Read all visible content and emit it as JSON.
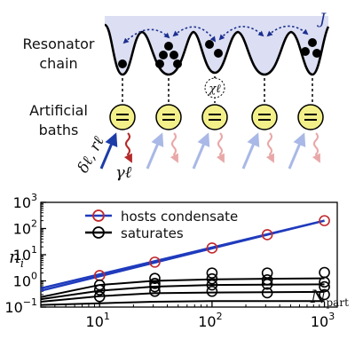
{
  "schematic": {
    "chain_label": [
      "Resonator",
      "chain"
    ],
    "baths_label": [
      "Artificial",
      "baths"
    ],
    "coupling_symbol": "J",
    "interaction_symbol": "χℓ",
    "pump_symbols": [
      "δℓ",
      "rℓ"
    ],
    "loss_symbol": "γℓ",
    "particles_per_site": [
      1,
      5,
      2,
      0,
      3
    ],
    "colors": {
      "coupling": "#1c2f8f",
      "pump": "#1c3da8",
      "pump_faint": "#a9b8e6",
      "loss": "#b52a2a",
      "loss_faint": "#e9a8a8",
      "bath_fill": "#f3f08a",
      "chain_fill": "#dcdff3"
    }
  },
  "chart_data": {
    "type": "line",
    "xscale": "log",
    "yscale": "log",
    "xlim": [
      3,
      1300
    ],
    "ylim": [
      0.1,
      1000
    ],
    "xticks": [
      {
        "value": 10,
        "base": "10",
        "exp": "1"
      },
      {
        "value": 100,
        "base": "10",
        "exp": "2"
      },
      {
        "value": 1000,
        "base": "10",
        "exp": "3"
      }
    ],
    "yticks": [
      {
        "value": 0.1,
        "base": "10",
        "exp": "−1"
      },
      {
        "value": 1,
        "base": "10",
        "exp": "0"
      },
      {
        "value": 10,
        "base": "10",
        "exp": "1"
      },
      {
        "value": 100,
        "base": "10",
        "exp": "2"
      },
      {
        "value": 1000,
        "base": "10",
        "exp": "3"
      }
    ],
    "ylabel": {
      "base": "n",
      "sub": "i"
    },
    "xlabel": {
      "base": "N",
      "sub": "part"
    },
    "legend": {
      "placement": "top-left",
      "entries": [
        {
          "label": "hosts condensate",
          "line_color": "#1f3bbd",
          "marker_color": "#c0282d"
        },
        {
          "label": "saturates",
          "line_color": "#000000",
          "marker_color": "#000000"
        }
      ]
    },
    "series": [
      {
        "group": "hosts condensate",
        "color": "#1f3bbd",
        "x": [
          3,
          1000
        ],
        "y": [
          0.42,
          200
        ]
      },
      {
        "group": "hosts condensate",
        "color": "#1f3bbd",
        "x": [
          3,
          1000
        ],
        "y": [
          0.52,
          200
        ]
      },
      {
        "group": "saturates",
        "color": "#000000",
        "x": [
          3,
          10,
          30,
          100,
          300,
          1000
        ],
        "y": [
          0.24,
          0.7,
          1.0,
          1.15,
          1.2,
          1.25
        ]
      },
      {
        "group": "saturates",
        "color": "#000000",
        "x": [
          3,
          10,
          30,
          100,
          300,
          1000
        ],
        "y": [
          0.2,
          0.42,
          0.6,
          0.7,
          0.72,
          0.74
        ]
      },
      {
        "group": "saturates",
        "color": "#000000",
        "x": [
          3,
          10,
          30,
          100,
          300,
          1000
        ],
        "y": [
          0.16,
          0.26,
          0.34,
          0.36,
          0.37,
          0.38
        ]
      },
      {
        "group": "saturates",
        "color": "#000000",
        "x": [
          3,
          10,
          30,
          100,
          300,
          1000
        ],
        "y": [
          0.12,
          0.14,
          0.16,
          0.17,
          0.17,
          0.17
        ]
      }
    ],
    "markers": [
      {
        "group": "hosts condensate",
        "color": "#c0282d",
        "points": [
          [
            10,
            1.6
          ],
          [
            31,
            5.2
          ],
          [
            100,
            18
          ],
          [
            310,
            58
          ],
          [
            1000,
            200
          ]
        ]
      },
      {
        "group": "saturates",
        "color": "#000000",
        "points": [
          [
            10,
            0.45
          ],
          [
            10,
            0.7
          ],
          [
            10,
            0.25
          ],
          [
            31,
            0.8
          ],
          [
            31,
            1.25
          ],
          [
            31,
            0.4
          ],
          [
            31,
            0.6
          ],
          [
            100,
            1.2
          ],
          [
            100,
            2.0
          ],
          [
            100,
            0.7
          ],
          [
            100,
            0.4
          ],
          [
            310,
            1.1
          ],
          [
            310,
            2.0
          ],
          [
            310,
            0.75
          ],
          [
            310,
            0.35
          ],
          [
            1000,
            0.9
          ],
          [
            1000,
            2.1
          ],
          [
            1000,
            0.6
          ],
          [
            1000,
            0.3
          ]
        ]
      }
    ]
  }
}
